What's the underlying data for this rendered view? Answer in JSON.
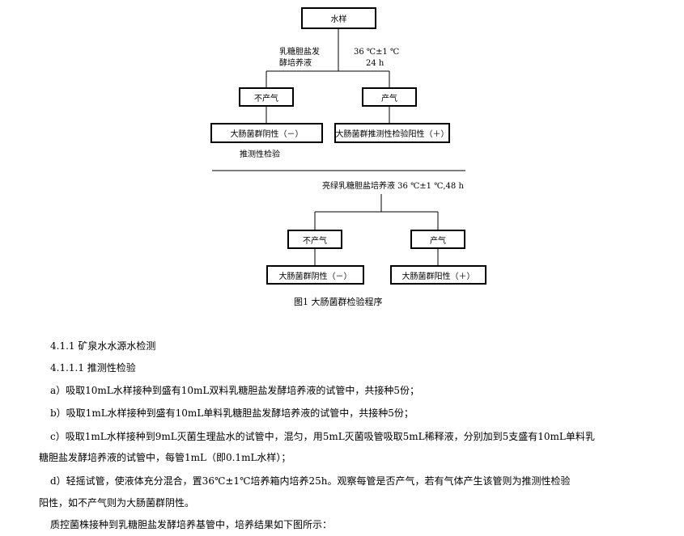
{
  "flowchart": {
    "start": "水样",
    "stage1_medium_line1": "乳糖胆盐发",
    "stage1_medium_line2": "酵培养液",
    "stage1_temp": "36 ℃±1 ℃",
    "stage1_time": "24 h",
    "left_result": "不产气",
    "right_result": "产气",
    "left_outcome": "大肠菌群阴性（－）",
    "right_outcome": "大肠菌群推测性检验阳性（＋）",
    "presumptive_label": "推测性检验",
    "stage2_condition": "亮绿乳糖胆盐培养液 36 ℃±1 ℃,48 h",
    "left_result2": "不产气",
    "right_result2": "产气",
    "left_outcome2": "大肠菌群阴性（－）",
    "right_outcome2": "大肠菌群阳性（＋）",
    "caption": "图1 大肠菌群检验程序"
  },
  "text": {
    "section_1": "4.1.1 矿泉水水源水检测",
    "section_1_1": "4.1.1.1 推测性检验",
    "step_a": "a）吸取10mL水样接种到盛有10mL双料乳糖胆盐发酵培养液的试管中，共接种5份；",
    "step_b": "b）吸取1mL水样接种到盛有10mL单料乳糖胆盐发酵培养液的试管中，共接种5份；",
    "step_c_line1": "c）吸取1mL水样接种到9mL灭菌生理盐水的试管中，混匀，用5mL灭菌吸管吸取5mL稀释液，分别加到5支盛有10mL单料乳",
    "step_c_line2": "糖胆盐发酵培养液的试管中，每管1mL（即0.1mL水样）；",
    "step_d_line1": "d）轻摇试管，使液体充分混合，置36℃±1℃培养箱内培养25h。观察每管是否产气，若有气体产生该管则为推测性检验",
    "step_d_line2": "阳性，如不产气则为大肠菌群阴性。",
    "qc_line": "质控菌株接种到乳糖胆盐发酵培养基管中，培养结果如下图所示："
  }
}
